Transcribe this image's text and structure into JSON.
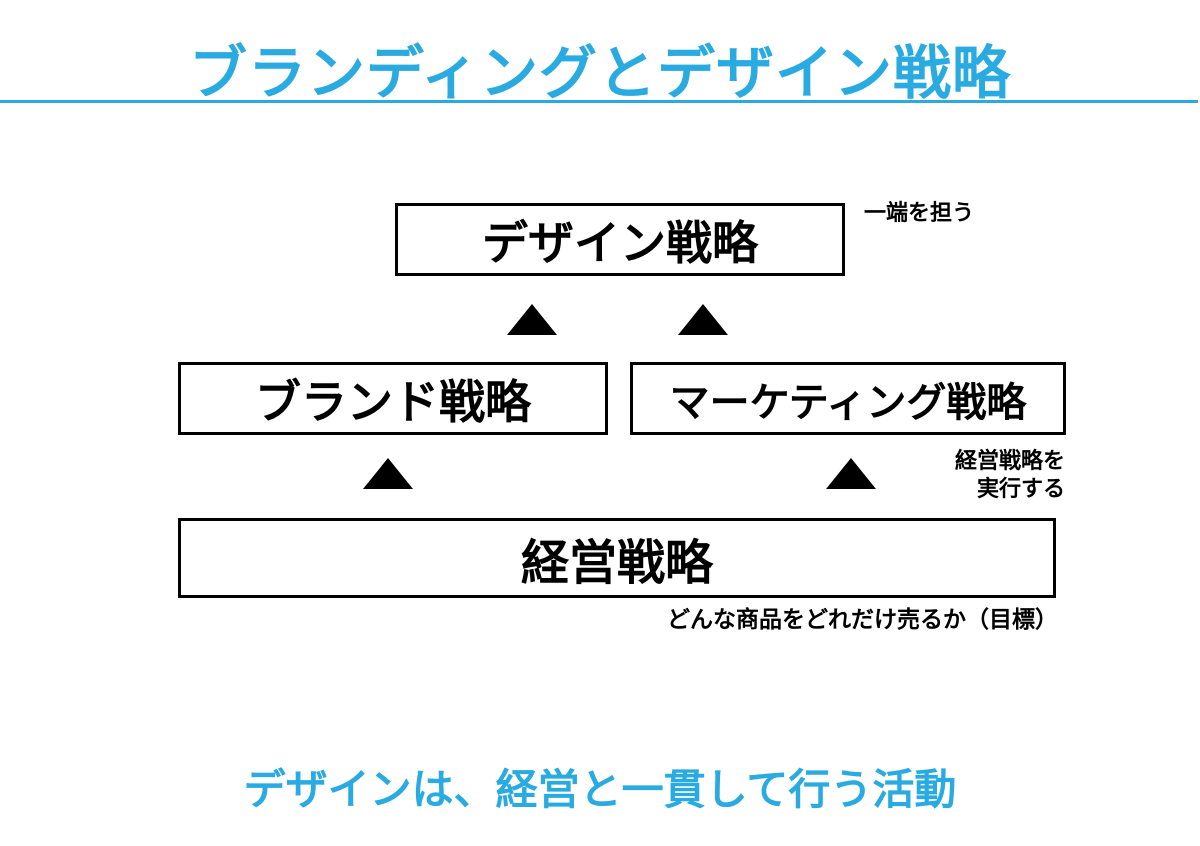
{
  "accent_color": "#29abe2",
  "title": "ブランディングとデザイン戦略",
  "diagram": {
    "top_box_label": "デザイン戦略",
    "top_annotation": "一端を担う",
    "left_box_label": "ブランド戦略",
    "right_box_label": "マーケティング戦略",
    "middle_annotation_line1": "経営戦略を",
    "middle_annotation_line2": "実行する",
    "bottom_box_label": "経営戦略",
    "bottom_annotation": "どんな商品をどれだけ売るか（目標）"
  },
  "footer": "デザインは、経営と一貫して行う活動"
}
